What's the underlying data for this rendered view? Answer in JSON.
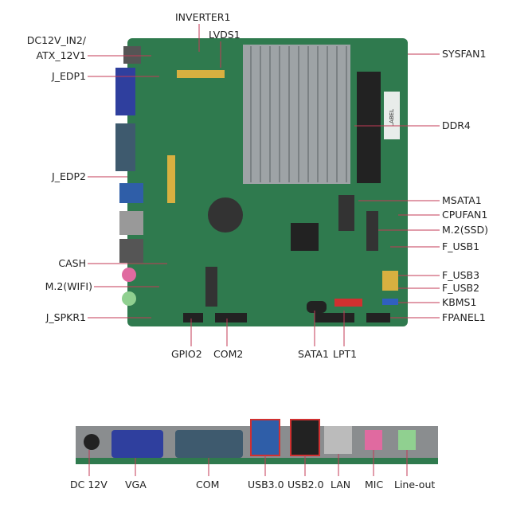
{
  "top_labels": {
    "inverter": "INVERTER1",
    "lvds": "LVDS1"
  },
  "left_labels": {
    "dc_in_1": "DC12V_IN2/",
    "dc_in_2": "ATX_12V1",
    "j_edp1": "J_EDP1",
    "j_edp2": "J_EDP2",
    "cash": "CASH",
    "m2_wifi": "M.2(WIFI)",
    "j_spkr": "J_SPKR1"
  },
  "right_labels": {
    "sysfan": "SYSFAN1",
    "ddr4": "DDR4",
    "msata": "MSATA1",
    "cpufan": "CPUFAN1",
    "m2_ssd": "M.2(SSD)",
    "f_usb1": "F_USB1",
    "f_usb3": "F_USB3",
    "f_usb2": "F_USB2",
    "kbms": "KBMS1",
    "fpanel": "FPANEL1"
  },
  "bottom_board_labels": {
    "gpio": "GPIO2",
    "com2": "COM2",
    "sata": "SATA1",
    "lpt": "LPT1"
  },
  "io_labels": {
    "dc": "DC 12V",
    "vga": "VGA",
    "com": "COM",
    "usb3": "USB3.0",
    "usb2": "USB2.0",
    "lan": "LAN",
    "mic": "MIC",
    "lineout": "Line-out"
  },
  "board_text": {
    "memory_label": "LABEL"
  },
  "colors": {
    "pcb": "#2f7a4e",
    "line": "#c33a55",
    "heatsink": "#9ea3a6"
  }
}
